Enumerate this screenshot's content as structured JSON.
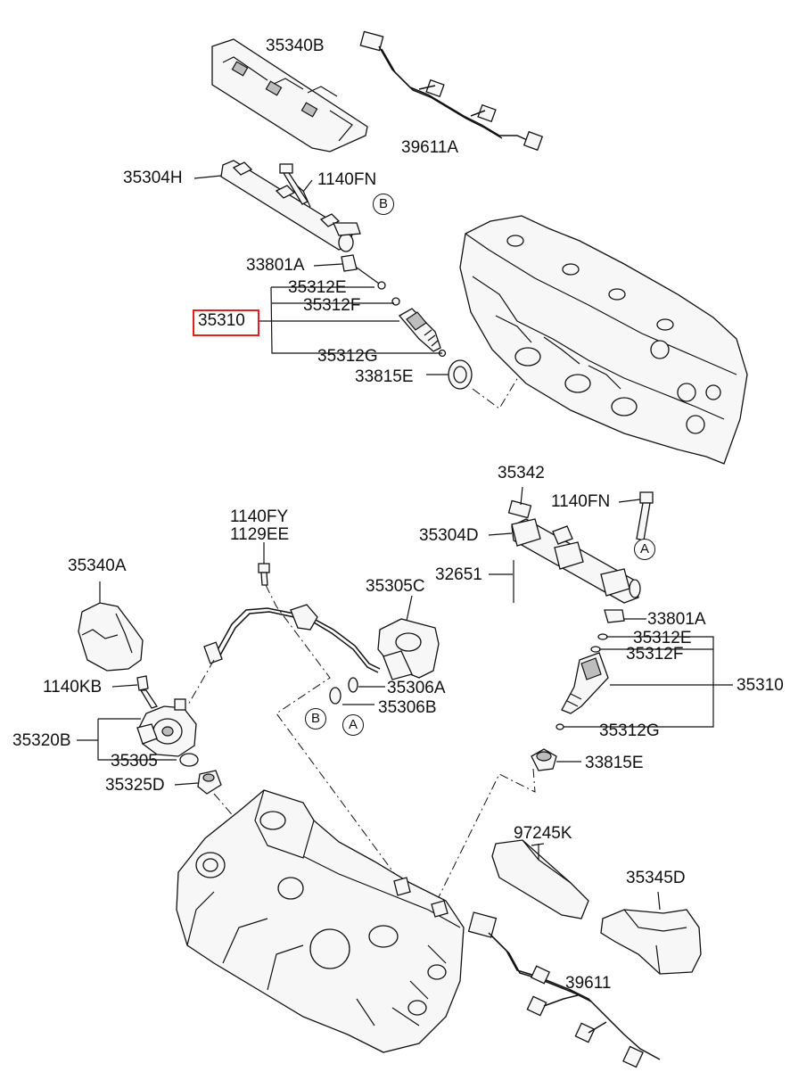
{
  "highlight_color": "#e02020",
  "labels": {
    "p35340B": "35340B",
    "p39611A": "39611A",
    "p35304H": "35304H",
    "p1140FN_top": "1140FN",
    "p33801A_top": "33801A",
    "p35312E_top": "35312E",
    "p35312F_top": "35312F",
    "p35310_top": "35310",
    "p35312G_top": "35312G",
    "p33815E_top": "33815E",
    "p35342": "35342",
    "p1140FN_right": "1140FN",
    "p35304D": "35304D",
    "p32651": "32651",
    "p1140FY": "1140FY",
    "p1129EE": "1129EE",
    "p35305C": "35305C",
    "p35340A": "35340A",
    "p33801A_right": "33801A",
    "p35312E_right": "35312E",
    "p35312F_right": "35312F",
    "p35310_right": "35310",
    "p1140KB": "1140KB",
    "p35306A": "35306A",
    "p35306B": "35306B",
    "p35312G_right": "35312G",
    "p35320B": "35320B",
    "p35305": "35305",
    "p33815E_right": "33815E",
    "p35325D": "35325D",
    "p97245K": "97245K",
    "p35345D": "35345D",
    "p39611": "39611"
  },
  "markers": {
    "B_top": "B",
    "A_right": "A",
    "B_mid": "B",
    "A_mid": "A"
  }
}
